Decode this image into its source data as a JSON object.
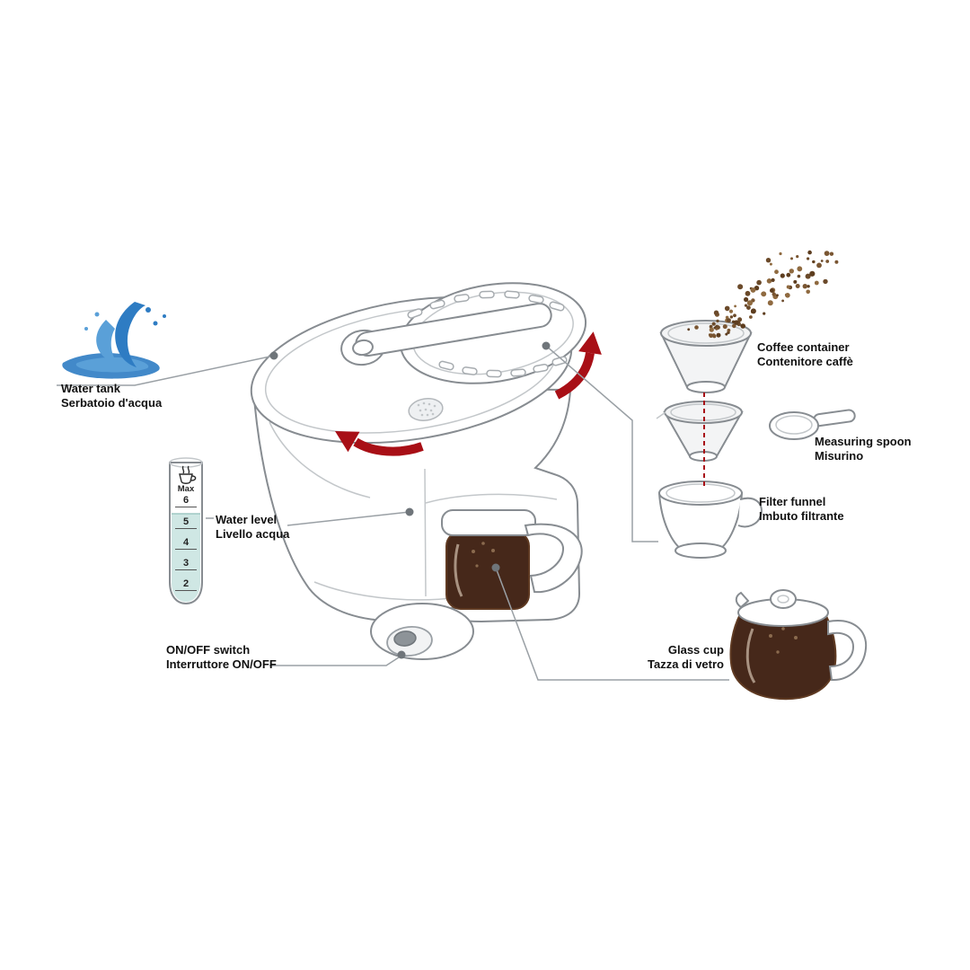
{
  "labels": {
    "water_tank": {
      "line1": "Water tank",
      "line2": "Serbatoio d'acqua"
    },
    "water_level": {
      "line1": "Water level",
      "line2": "Livello acqua"
    },
    "on_off_switch": {
      "line1": "ON/OFF switch",
      "line2": "Interruttore ON/OFF"
    },
    "coffee_container": {
      "line1": "Coffee container",
      "line2": "Contenitore caffè"
    },
    "measuring_spoon": {
      "line1": "Measuring spoon",
      "line2": "Misurino"
    },
    "filter_funnel": {
      "line1": "Filter funnel",
      "line2": "Imbuto filtrante"
    },
    "glass_cup": {
      "line1": "Glass cup",
      "line2": "Tazza di vetro"
    }
  },
  "gauge": {
    "max_label": "Max",
    "ticks": [
      "6",
      "5",
      "4",
      "3",
      "2"
    ]
  },
  "colors": {
    "accent_red": "#a80f16",
    "line_gray": "#878c91",
    "light_line": "#c3c7ca",
    "coffee_brown": "#46281a",
    "water_blue": "#2e7cc3",
    "gauge_water": "#cfe7e4"
  }
}
